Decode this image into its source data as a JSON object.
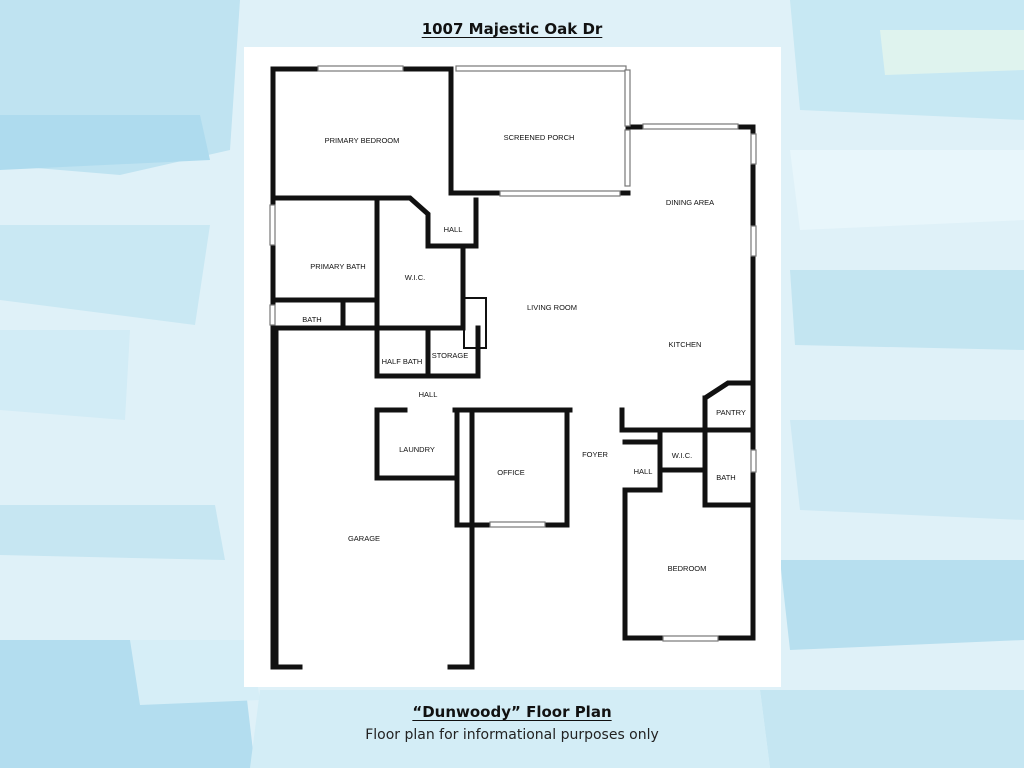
{
  "header": {
    "address": "1007 Majestic Oak Dr"
  },
  "footer": {
    "plan_name": "“Dunwoody” Floor Plan",
    "disclaimer": "Floor plan for informational purposes only"
  },
  "rooms": {
    "primary_bedroom": "PRIMARY BEDROOM",
    "screened_porch": "SCREENED PORCH",
    "dining_area": "DINING AREA",
    "hall_top": "HALL",
    "primary_bath": "PRIMARY BATH",
    "wic_primary": "W.I.C.",
    "bath_small": "BATH",
    "living_room": "LIVING ROOM",
    "kitchen": "KITCHEN",
    "half_bath": "HALF BATH",
    "storage": "STORAGE",
    "hall_mid": "HALL",
    "pantry": "PANTRY",
    "laundry": "LAUNDRY",
    "foyer": "FOYER",
    "hall_right": "HALL",
    "wic_right": "W.I.C.",
    "bath_right": "BATH",
    "office": "OFFICE",
    "garage": "GARAGE",
    "bedroom": "BEDROOM"
  },
  "colors": {
    "background": "#dcf0f8",
    "wall": "#111111",
    "card": "#ffffff"
  }
}
